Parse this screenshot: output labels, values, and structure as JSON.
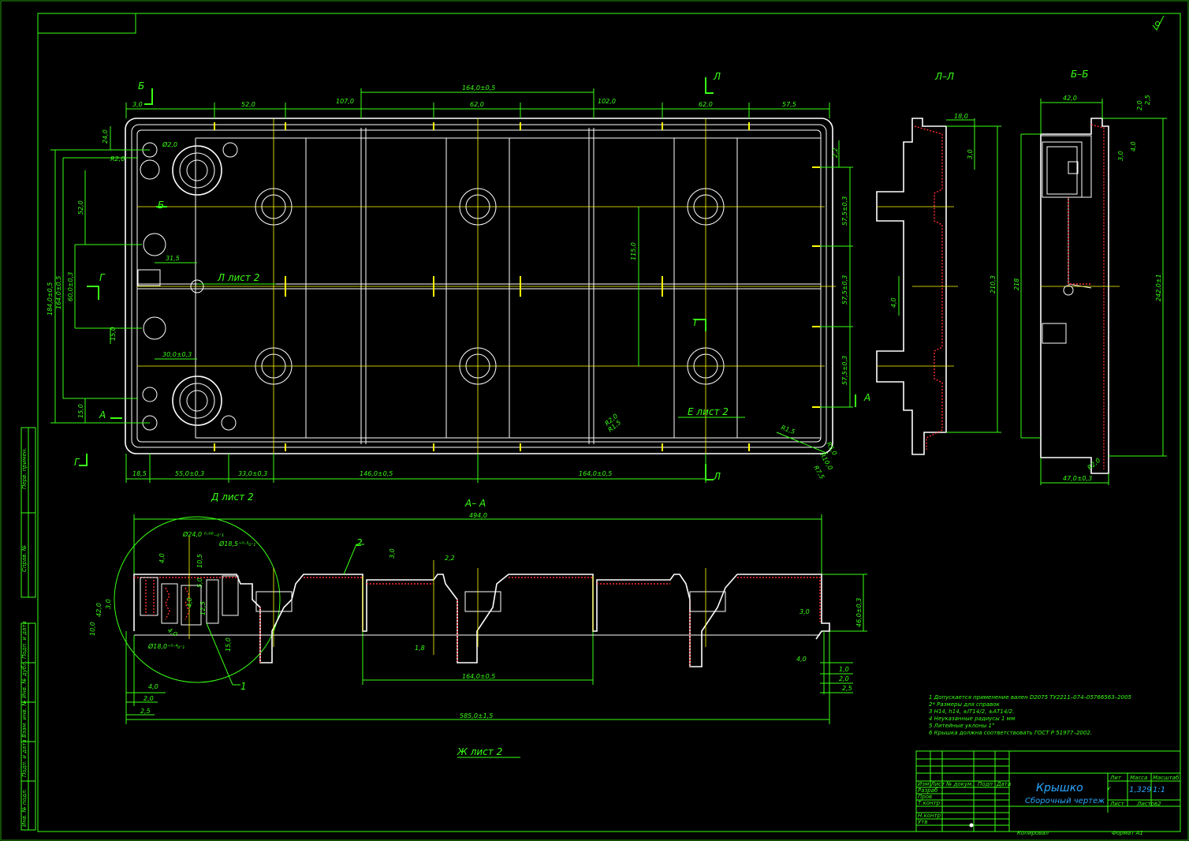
{
  "colors": {
    "background": "#000000",
    "dimension": "#39ff14",
    "outline": "#ffffff",
    "centerline": "#ffff00",
    "section": "#ff3030",
    "title_text": "#2aa8ff"
  },
  "icons": {
    "roughness": "roughness-icon"
  },
  "views": {
    "main": {
      "top_dims": [
        "3,0",
        "52,0",
        "107,0",
        "164,0±0,5",
        "62,0",
        "102,0",
        "62,0",
        "57,5"
      ],
      "bottom_dims": [
        "18,5",
        "55,0±0,3",
        "33,0±0,3",
        "146,0±0,5",
        "164,0±0,5"
      ],
      "left_dims": [
        "24,0",
        "R2,0",
        "52,0",
        "184,0±0,5",
        "164,0±0,5",
        "60,0±0,3",
        "15,0",
        "15,0"
      ],
      "right_dims": [
        "2,2",
        "57,5±0,3",
        "57,5±0,3",
        "57,5±0,3"
      ],
      "inner_dims": [
        "Ø2,0",
        "31,5",
        "30,0±0,3",
        "115,0",
        "R2,0",
        "R1,5",
        "R1,5",
        "R5,0",
        "R10,0",
        "R7,5"
      ],
      "section_marks": [
        "Б",
        "Б",
        "Л",
        "Л",
        "Г",
        "Г",
        "А",
        "А",
        "Т"
      ],
      "callouts": [
        "Л лист 2",
        "Е лист 2"
      ]
    },
    "section_ll": {
      "title": "Л–Л",
      "dims": [
        "18,0",
        "3,0",
        "210,3",
        "4,0"
      ]
    },
    "section_bb": {
      "title": "Б–Б",
      "dims": [
        "42,0",
        "2,0",
        "2,5",
        "3,0",
        "4,0",
        "218",
        "242,0±1",
        "R2,0",
        "47,0±0,3"
      ]
    },
    "section_aa": {
      "title": "А– А",
      "callout": "Д лист 2",
      "overall": "494,0",
      "total": "585,0±1,5",
      "inner_width": "164,0±0,5",
      "height": "46,0±0,3",
      "dims": [
        "Ø24,0 ⁰·⁰⁶₋₀·₁",
        "Ø18,5⁺⁰·³₀·₁",
        "4,0",
        "10,5",
        "5,0",
        "4,0",
        "12,5",
        "4,0",
        "42,0",
        "3,0",
        "10,0",
        "15,0",
        "Ø18,0⁺⁰·⁴₀·₁",
        "4,0",
        "2,0",
        "2,5",
        "3,0",
        "2,2",
        "1,8",
        "3,0",
        "4,0",
        "1,0",
        "2,0",
        "2,5"
      ],
      "leaders": [
        "2",
        "1"
      ],
      "detail_ref": "Ж лист 2"
    }
  },
  "notes": [
    "1 Допускается применение вален D2075 ТУ2211–074–05766563–2005",
    "2* Размеры для справок",
    "3 Н14, h14, ±IT14/2,  ±АТ14/2.",
    "4 Неуказанные радиусы 1 мм",
    "5 Литейные уклоны 1°",
    "6 Крышка должна соответствовать ГОСТ Р 51977–2002."
  ],
  "title_block": {
    "part_name": "Крышко",
    "doc_type": "Сборочный чертеж",
    "col_labels": [
      "Лит",
      "Масса",
      "Масштаб"
    ],
    "mass": "1,329",
    "scale": "1:1",
    "lit": "У",
    "sheet": "Лист",
    "sheets": "Листов2",
    "row_labels": [
      "Изм Лист",
      "№ докум.",
      "Подп",
      "Дата"
    ],
    "roles": [
      "Разраб",
      "Пров",
      "Т.контр",
      "Н.контр",
      "Утв"
    ],
    "copied": "Копировал",
    "format": "Формат А1"
  },
  "margin_labels": [
    "Перв. примен.",
    "Справ. №",
    "Подп. и дата",
    "Инв. № дубл.",
    "Взам. инв. №",
    "Подп. и дата",
    "Инв. № подл."
  ]
}
